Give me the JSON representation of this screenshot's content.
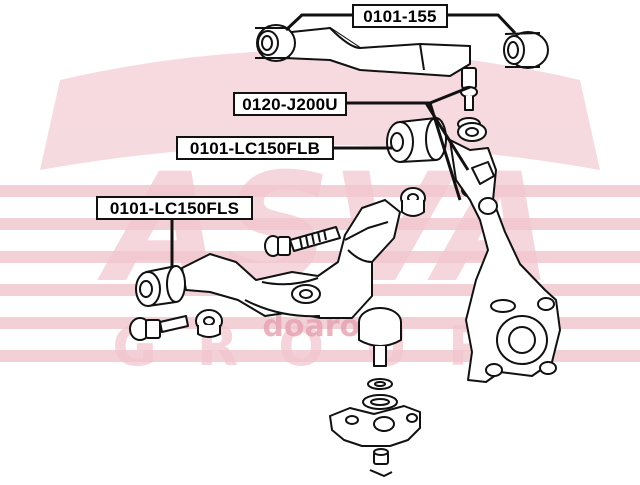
{
  "part_labels": [
    {
      "id": "upper-arm",
      "text": "0101-155"
    },
    {
      "id": "ball-joint",
      "text": "0120-J200U"
    },
    {
      "id": "upper-arm-bushing",
      "text": "0101-LC150FLB"
    },
    {
      "id": "lower-arm-bushing",
      "text": "0101-LC150FLS"
    }
  ],
  "watermark": {
    "brand_text": "ASVA",
    "lower_text": "GROUP",
    "center_text": "doarop",
    "color": "#e7b3bd"
  }
}
